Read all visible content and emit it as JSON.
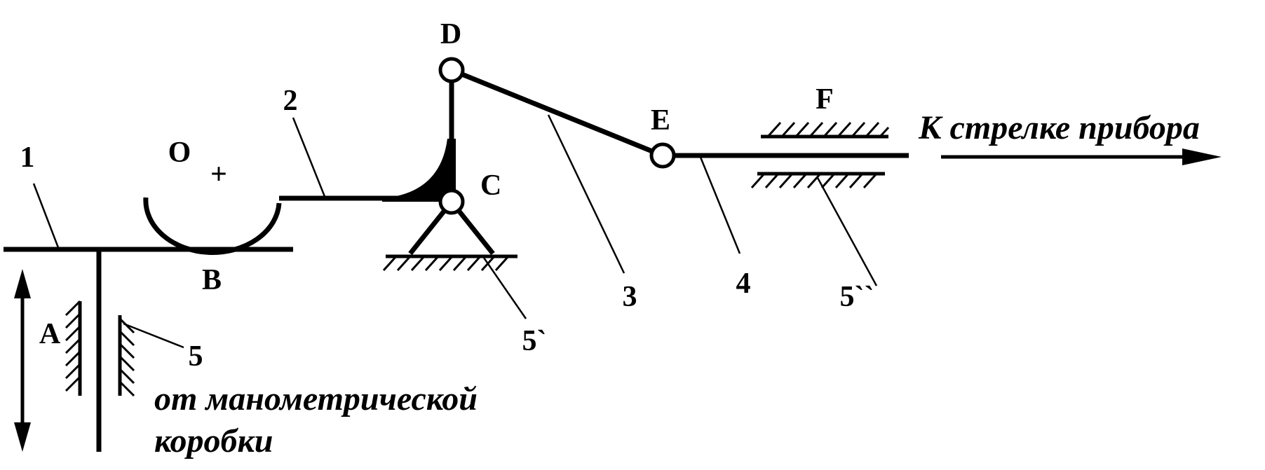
{
  "labels": {
    "point_o": "O",
    "center_mark": "+",
    "point_b": "B",
    "point_a": "A",
    "point_c": "C",
    "point_d": "D",
    "point_e": "E",
    "point_f": "F",
    "link_1": "1",
    "link_2": "2",
    "link_3": "3",
    "link_4": "4",
    "support_5": "5",
    "support_5a": "5`",
    "support_5b": "5``"
  },
  "captions": {
    "to_pointer": "К стрелке прибора",
    "from_box_line1": "от манометрической",
    "from_box_line2": "коробки"
  }
}
